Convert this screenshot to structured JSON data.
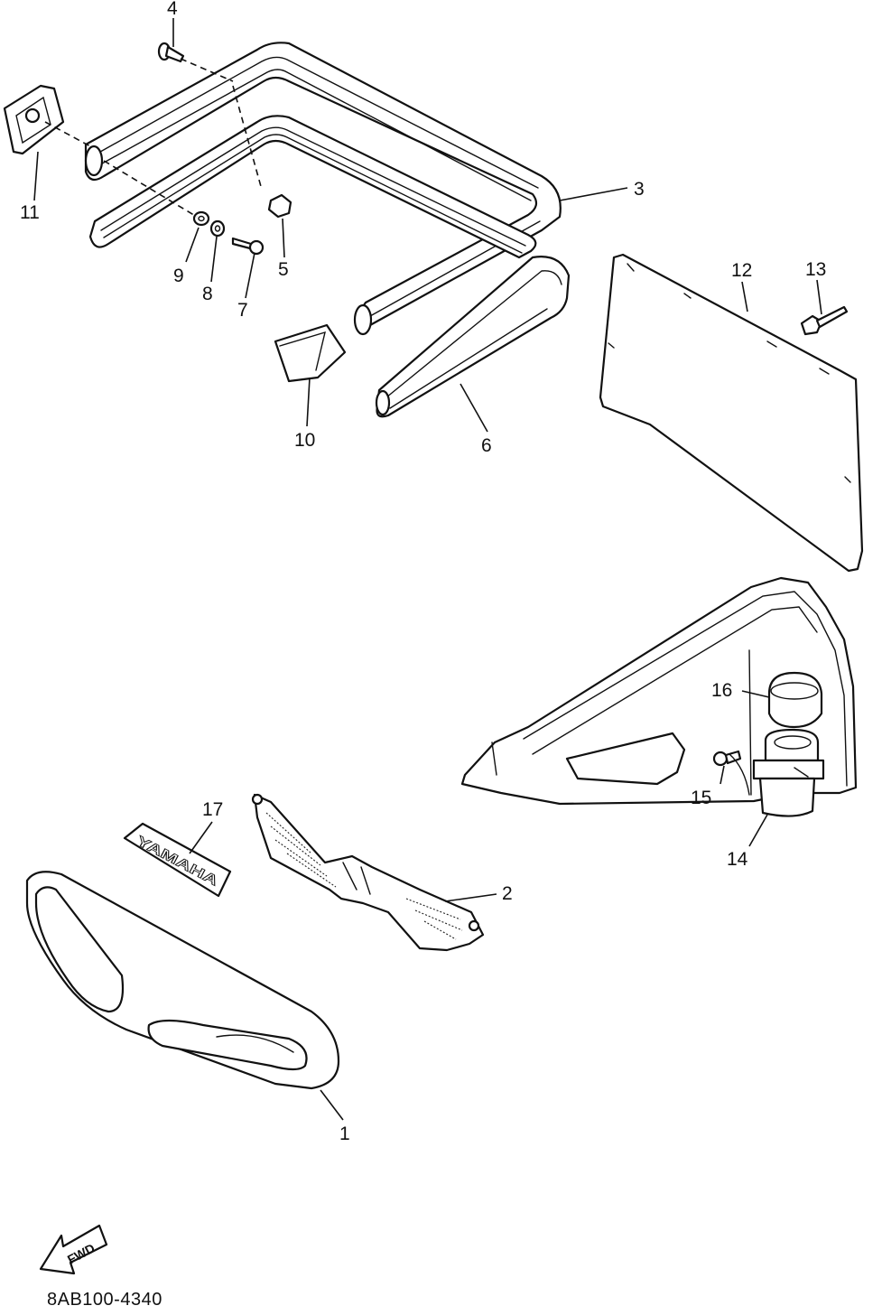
{
  "diagram": {
    "callouts": [
      {
        "id": "1",
        "label": "1"
      },
      {
        "id": "2",
        "label": "2"
      },
      {
        "id": "3",
        "label": "3"
      },
      {
        "id": "4",
        "label": "4"
      },
      {
        "id": "5",
        "label": "5"
      },
      {
        "id": "6",
        "label": "6"
      },
      {
        "id": "7",
        "label": "7"
      },
      {
        "id": "8",
        "label": "8"
      },
      {
        "id": "9",
        "label": "9"
      },
      {
        "id": "10",
        "label": "10"
      },
      {
        "id": "11",
        "label": "11"
      },
      {
        "id": "12",
        "label": "12"
      },
      {
        "id": "13",
        "label": "13"
      },
      {
        "id": "14",
        "label": "14"
      },
      {
        "id": "15",
        "label": "15"
      },
      {
        "id": "16",
        "label": "16"
      },
      {
        "id": "17",
        "label": "17"
      }
    ],
    "emblem_text": "YAMAHA",
    "fwd_label": "FWD",
    "drawing_number": "8AB100-4340"
  }
}
